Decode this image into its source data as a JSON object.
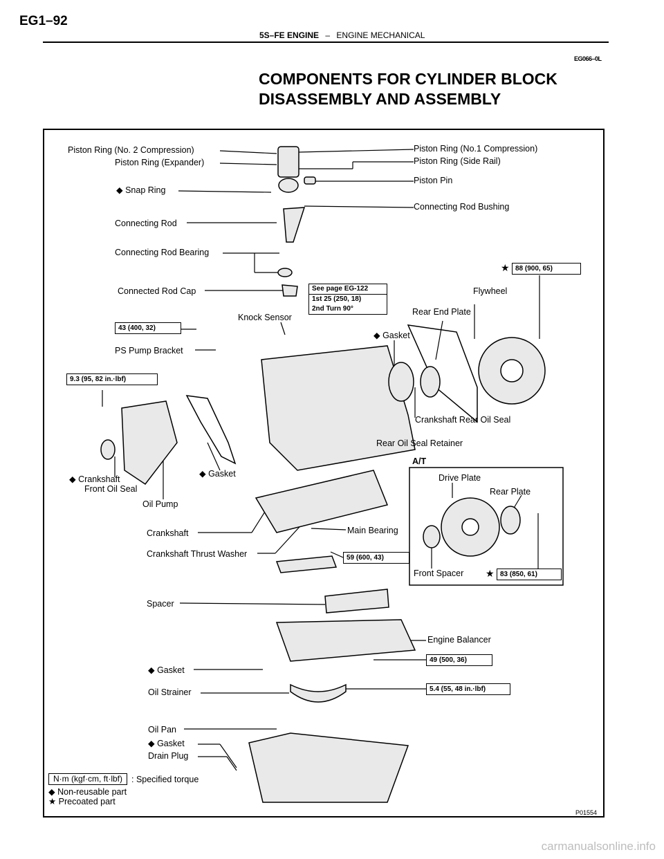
{
  "header": {
    "page_code": "EG1–92",
    "engine": "5S–FE ENGINE",
    "separator": "–",
    "section": "ENGINE MECHANICAL",
    "ref_code": "EG066–0L"
  },
  "title_line1": "COMPONENTS FOR CYLINDER BLOCK",
  "title_line2": "DISASSEMBLY AND ASSEMBLY",
  "figure": {
    "labels": {
      "ring2": "Piston Ring (No. 2 Compression)",
      "expander": "Piston Ring (Expander)",
      "ring1": "Piston Ring (No.1 Compression)",
      "side_rail": "Piston Ring (Side Rail)",
      "snap_ring": "◆ Snap Ring",
      "piston_pin": "Piston Pin",
      "rod_bushing": "Connecting Rod Bushing",
      "con_rod": "Connecting Rod",
      "rod_bearing": "Connecting Rod Bearing",
      "rod_cap": "Connected Rod Cap",
      "knock_sensor": "Knock Sensor",
      "flywheel": "Flywheel",
      "rear_end_plate": "Rear End Plate",
      "gasket_rear": "◆ Gasket",
      "ps_bracket": "PS Pump Bracket",
      "crank_rear_seal": "Crankshaft Rear Oil Seal",
      "rear_seal_retainer": "Rear Oil Seal Retainer",
      "at": "A/T",
      "drive_plate": "Drive Plate",
      "rear_plate": "Rear Plate",
      "front_spacer": "Front Spacer",
      "crank_front_seal_1": "◆ Crankshaft",
      "crank_front_seal_2": "Front Oil Seal",
      "gasket_front": "◆ Gasket",
      "oil_pump": "Oil Pump",
      "crankshaft": "Crankshaft",
      "main_bearing": "Main Bearing",
      "thrust_washer": "Crankshaft Thrust Washer",
      "spacer": "Spacer",
      "engine_balancer": "Engine Balancer",
      "gasket_balancer": "◆ Gasket",
      "oil_strainer": "Oil Strainer",
      "oil_pan": "Oil Pan",
      "gasket_pan": "◆ Gasket",
      "drain_plug": "Drain Plug"
    },
    "torques": {
      "flywheel": "88 (900, 65)",
      "ps_bracket": "43 (400, 32)",
      "front_cover": "9.3 (95, 82 in.·lbf)",
      "main_cap": "59 (600, 43)",
      "drive_plate": "83 (850, 61)",
      "balancer": "49 (500, 36)",
      "strainer": "5.4 (55, 48 in.·lbf)"
    },
    "rod_cap_note": {
      "see_page": "See page EG-122",
      "first": "1st   25 (250, 18)",
      "second": "2nd   Turn 90°"
    },
    "star": "★",
    "figure_number": "P01554"
  },
  "legend": {
    "torque_box": "N·m (kgf·cm, ft·lbf)",
    "torque_desc": ": Specified torque",
    "non_reusable": "◆ Non-reusable part",
    "precoated": "★ Precoated part"
  },
  "footer": "carmanualsonline.info"
}
